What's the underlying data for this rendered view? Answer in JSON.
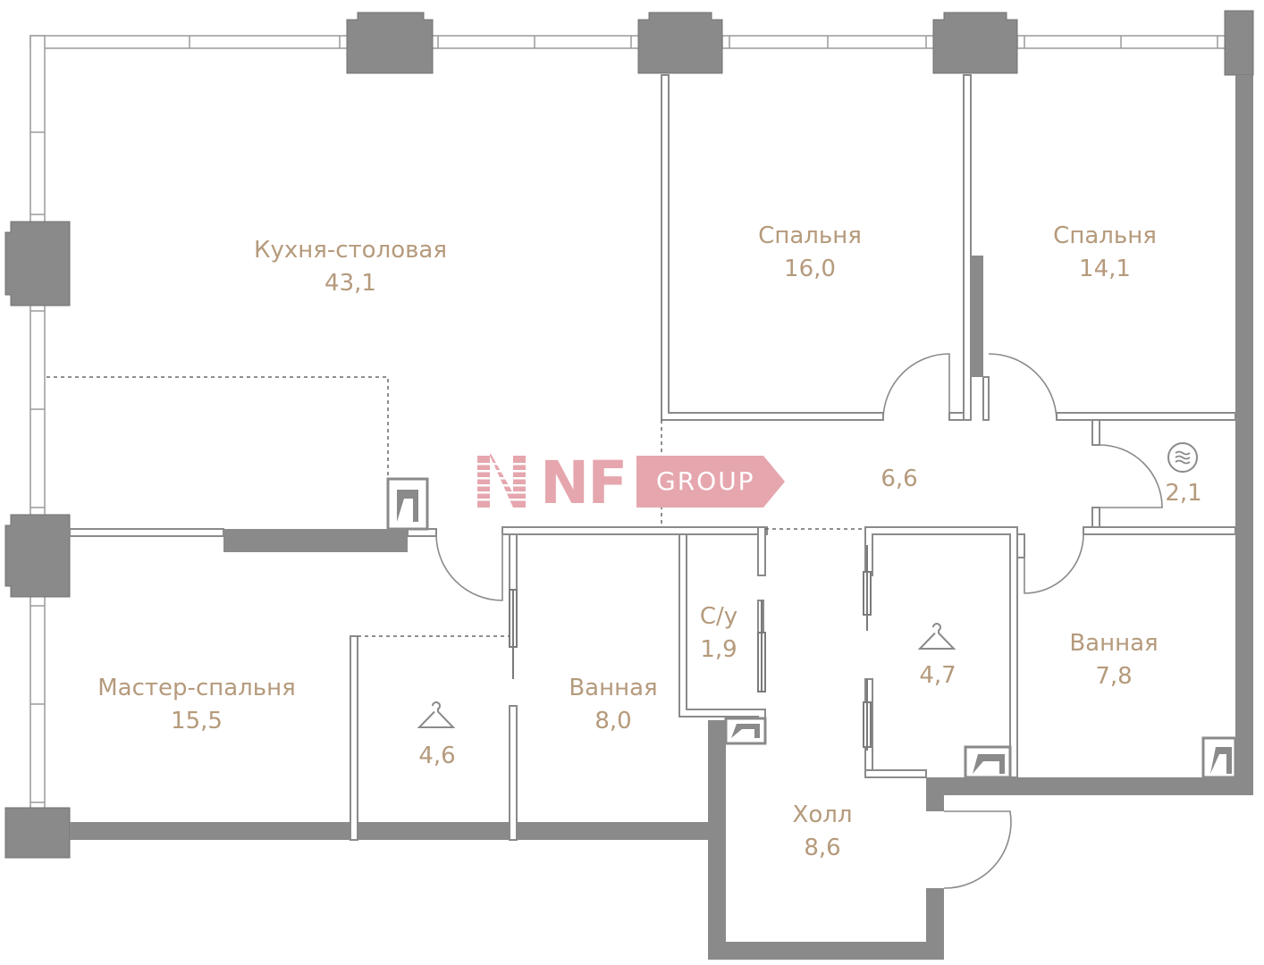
{
  "logo": {
    "mark": "NF",
    "group": "GROUP",
    "color": "#e6a6ae"
  },
  "colors": {
    "wall": "#8a8a8a",
    "label": "#b59a7c",
    "background": "#ffffff"
  },
  "rooms": [
    {
      "name": "Кухня-столовая",
      "area": "43,1"
    },
    {
      "name": "Спальня",
      "area": "16,0"
    },
    {
      "name": "Спальня",
      "area": "14,1"
    },
    {
      "name": "",
      "area": "6,6"
    },
    {
      "name": "",
      "area": "2,1",
      "icon": "laundry-icon"
    },
    {
      "name": "С/у",
      "area": "1,9"
    },
    {
      "name": "",
      "area": "4,7",
      "icon": "hanger-icon"
    },
    {
      "name": "Ванная",
      "area": "7,8"
    },
    {
      "name": "Мастер-спальня",
      "area": "15,5"
    },
    {
      "name": "",
      "area": "4,6",
      "icon": "hanger-icon"
    },
    {
      "name": "Ванная",
      "area": "8,0"
    },
    {
      "name": "Холл",
      "area": "8,6"
    }
  ]
}
